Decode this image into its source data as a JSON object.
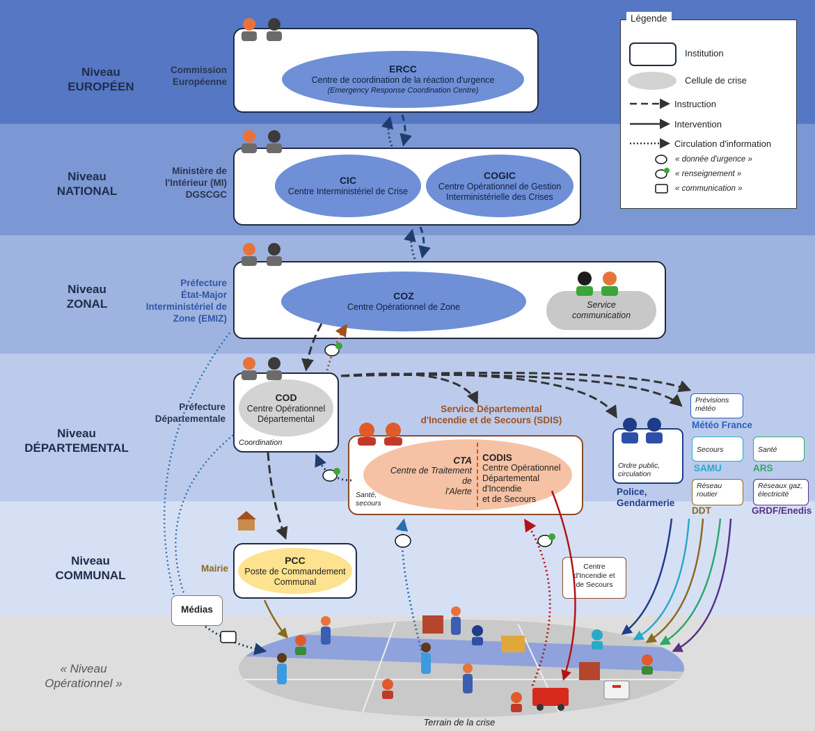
{
  "levels": {
    "europeen": [
      "Niveau",
      "EUROPÉEN"
    ],
    "national": [
      "Niveau",
      "NATIONAL"
    ],
    "zonal": [
      "Niveau",
      "ZONAL"
    ],
    "departemental": [
      "Niveau",
      "DÉPARTEMENTAL"
    ],
    "communal": [
      "Niveau",
      "COMMUNAL"
    ],
    "operationnel": [
      "« Niveau",
      "Opérationnel »"
    ]
  },
  "institutions": {
    "commission": [
      "Commission",
      "Européenne"
    ],
    "ministere": [
      "Ministère de",
      "l'Intérieur (MI)",
      "DGSCGC"
    ],
    "prefecture_zone": [
      "Préfecture",
      "État-Major",
      "Interministériel de",
      "Zone (EMIZ)"
    ],
    "prefecture_dep": [
      "Préfecture",
      "Départementale"
    ],
    "mairie": "Mairie"
  },
  "cells": {
    "ercc": {
      "title": "ERCC",
      "name": "Centre de coordination de la réaction d'urgence",
      "sub": "(Emergency Response Coordination Centre)"
    },
    "cic": {
      "title": "CIC",
      "name": "Centre Interministériel de Crise"
    },
    "cogic": {
      "title": "COGIC",
      "name": [
        "Centre Opérationnel de Gestion",
        "Interministérielle des Crises"
      ]
    },
    "coz": {
      "title": "COZ",
      "name": "Centre Opérationnel de Zone"
    },
    "service_com": [
      "Service",
      "communication"
    ],
    "cod": {
      "title": "COD",
      "name": [
        "Centre Opérationnel",
        "Départemental"
      ]
    },
    "coordination": "Coordination",
    "cta": {
      "title": "CTA",
      "name": [
        "Centre de Traitement de",
        "l'Alerte"
      ]
    },
    "codis": {
      "title": "CODIS",
      "name": [
        "Centre Opérationnel",
        "Départemental d'Incendie",
        "et de Secours"
      ]
    },
    "sante_secours": [
      "Santé,",
      "secours"
    ],
    "pcc": {
      "title": "PCC",
      "name": [
        "Poste de Commandement",
        "Communal"
      ]
    }
  },
  "sdis": [
    "Service Départemental",
    "d'Incendie et de Secours (SDIS)"
  ],
  "police": {
    "box": [
      "Ordre public,",
      "circulation"
    ],
    "name": [
      "Police,",
      "Gendarmerie"
    ]
  },
  "services": {
    "meteo": {
      "box": [
        "Prévisions",
        "météo"
      ],
      "name": "Météo France"
    },
    "samu": {
      "box": "Secours",
      "name": "SAMU"
    },
    "ars": {
      "box": "Santé",
      "name": "ARS"
    },
    "ddt": {
      "box": [
        "Réseau",
        "routier"
      ],
      "name": "DDT"
    },
    "grdf": {
      "box": [
        "Réseaux gaz,",
        "électricité"
      ],
      "name": "GRDF/Enedis"
    }
  },
  "cis": [
    "Centre",
    "d'Incendie et",
    "de Secours"
  ],
  "medias": "Médias",
  "terrain": "Terrain de la crise",
  "legend": {
    "title": "Légende",
    "institution": "Institution",
    "cellule": "Cellule de crise",
    "instruction": "Instruction",
    "intervention": "Intervention",
    "circulation": "Circulation d'information",
    "donnee": "« donnée d'urgence »",
    "renseignement": "« renseignement »",
    "communication": "« communication »"
  },
  "colors": {
    "band_europeen": "#5677c4",
    "band_national": "#7c98d4",
    "band_zonal": "#9fb3e0",
    "band_departemental": "#bccbec",
    "band_communal": "#d6e0f5",
    "band_operationnel": "#dedede",
    "cellule_bleue": "#6f8fd6",
    "cellule_grise": "#d3d3d3",
    "cellule_pcc": "#fde28f",
    "cellule_sdis": "#f6c2a5",
    "sdis_border": "#8a4a24",
    "samu": "#2aa9c9",
    "ars": "#2ea86a",
    "ddt": "#8a6a1c",
    "grdf": "#5a2f86",
    "meteo": "#2a5ec0",
    "police": "#1f3c88",
    "cis_arrow": "#b3121b"
  }
}
